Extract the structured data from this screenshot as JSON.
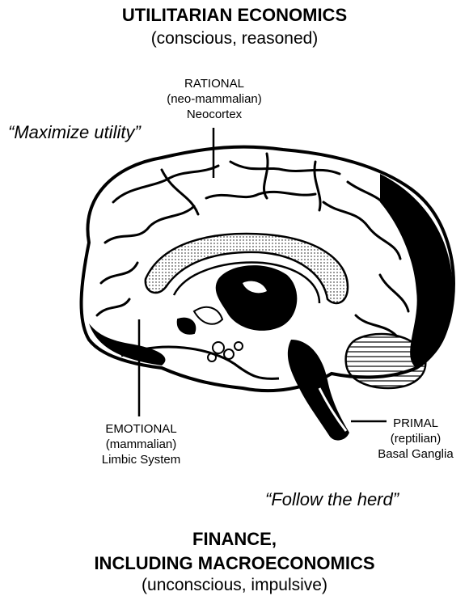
{
  "header": {
    "title": "UTILITARIAN ECONOMICS",
    "subtitle": "(conscious, reasoned)"
  },
  "labels": {
    "rational": {
      "line1": "RATIONAL",
      "line2": "(neo-mammalian)",
      "line3": "Neocortex"
    },
    "emotional": {
      "line1": "EMOTIONAL",
      "line2": "(mammalian)",
      "line3": "Limbic System"
    },
    "primal": {
      "line1": "PRIMAL",
      "line2": "(reptilian)",
      "line3": "Basal Ganglia"
    }
  },
  "quotes": {
    "top": "“Maximize utility”",
    "bottom": "“Follow the herd”"
  },
  "footer": {
    "title_line1": "FINANCE,",
    "title_line2": "INCLUDING MACROECONOMICS",
    "subtitle": "(unconscious, impulsive)"
  },
  "colors": {
    "ink": "#000000",
    "paper": "#ffffff"
  }
}
